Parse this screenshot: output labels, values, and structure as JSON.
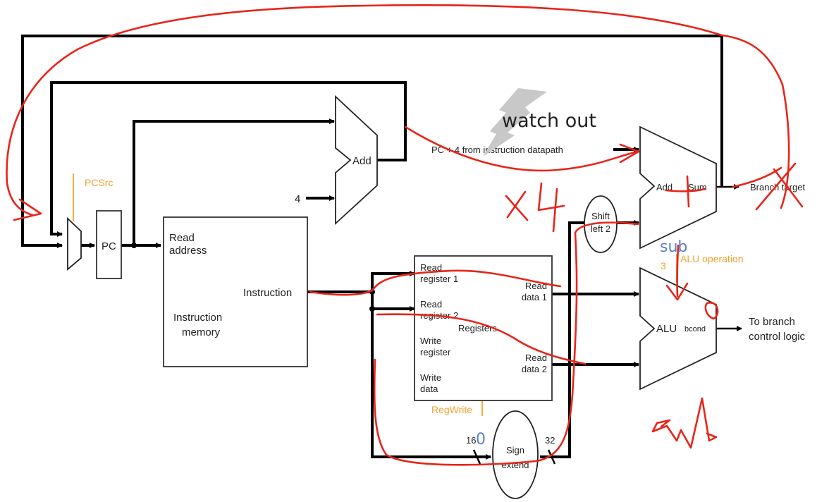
{
  "diagram": {
    "title": "Single-cycle datapath: branch",
    "components": {
      "pc": {
        "label": "PC"
      },
      "pc_mux": {
        "control": "PCSrc"
      },
      "pc_adder": {
        "label": "Add",
        "constant_input": "4"
      },
      "instruction_memory": {
        "port_in": [
          "Read",
          "address"
        ],
        "port_out": "Instruction",
        "name": [
          "Instruction",
          "memory"
        ]
      },
      "registers": {
        "name": "Registers",
        "inputs": [
          [
            "Read",
            "register 1"
          ],
          [
            "Read",
            "register 2"
          ],
          [
            "Write",
            "register"
          ],
          [
            "Write",
            "data"
          ]
        ],
        "outputs": [
          [
            "Read",
            "data 1"
          ],
          [
            "Read",
            "data 2"
          ]
        ],
        "control": "RegWrite"
      },
      "sign_extend": {
        "name": [
          "Sign",
          "extend"
        ],
        "in_width": "16",
        "out_width": "32"
      },
      "shift_left": {
        "name": [
          "Shift",
          "left 2"
        ]
      },
      "branch_adder": {
        "label_left": "Add",
        "label_right": "Sum",
        "input_note": "PC + 4 from instruction datapath",
        "output": "Branch target"
      },
      "alu": {
        "label": "ALU",
        "flag": "bcond",
        "control": "ALU operation",
        "control_width": "3",
        "output": [
          "To branch",
          "control logic"
        ]
      }
    },
    "callout": {
      "text": "watch out",
      "icon": "lightning-bolt-icon"
    },
    "annotations": {
      "times_four": "X4",
      "sub": "sub",
      "zero_value": "0",
      "sign_ext_note": "0",
      "adder_plus": "+",
      "signature": "sw"
    },
    "colors": {
      "wire": "#000000",
      "control": "#f0a030",
      "ink_red": "#e8241a",
      "ink_blue": "#5a7fc8",
      "callout_bolt": "#c8c8c8"
    }
  }
}
